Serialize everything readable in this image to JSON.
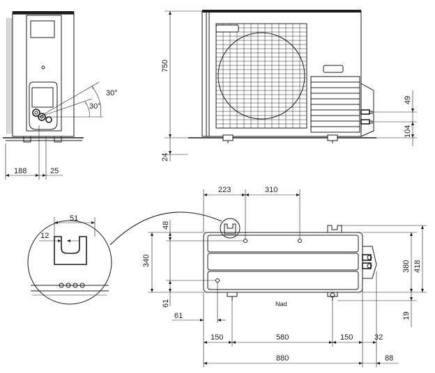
{
  "dims": {
    "side_depth": "188",
    "side_offset": "25",
    "angle_top": "30°",
    "angle_bottom": "30°",
    "height_total": "750",
    "foot_height": "24",
    "valve_upper": "49",
    "valve_lower": "104",
    "top_offset_223": "223",
    "top_span_310": "310",
    "top_48": "48",
    "top_340": "340",
    "top_61_left": "61",
    "top_61_bottom": "61",
    "top_380": "380",
    "top_418": "418",
    "top_19": "19",
    "top_32": "32",
    "bottom_150_left": "150",
    "bottom_580": "580",
    "bottom_150_right": "150",
    "bottom_880": "880",
    "bottom_88": "88",
    "detail_51": "51",
    "detail_12": "12"
  },
  "labels": {
    "top_view_caption": "Nad"
  }
}
